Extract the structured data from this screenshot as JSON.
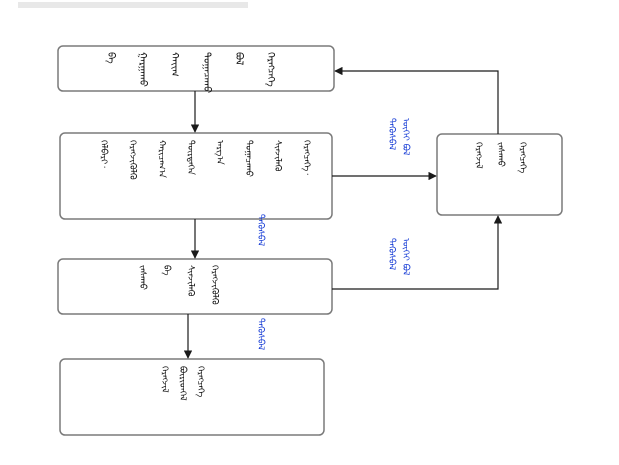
{
  "diagram": {
    "nodes": [
      {
        "id": "n1",
        "lines": [
          "ᠬᠡᠷᠡᠭᠴᠡᠭᠡ",
          "ᠪᠣᠯ",
          "ᠲᠣᠭᠠᠴᠠᠬᠤ",
          "ᠬᠠᠶ᠋ᠢᠭ",
          "ᠭᠠᠷᠭᠠᠬᠤ",
          "ᠪᠠ"
        ]
      },
      {
        "id": "n2",
        "lines": [
          "ᠬᠡᠷᠡᠭᠴᠡᠭᠡ᠂",
          "ᠰᠢᠨᠵᠢᠯᠡᠬᠦ",
          "ᠲᠣᠭᠠᠴᠠᠬᠤ",
          "ᠠᠷᠭ᠎ᠠ",
          "ᠲᠦᠷᠳᠡᠭᠡᠨ",
          "ᠬᠠᠷᠢᠴᠠᠭ᠎ᠠ",
          "ᠬᠡᠷᠡᠭᠵᠢᠭᠦᠯᠬᠦ",
          "ᠬᠡᠯᠪᠡᠷᠢ᠂"
        ]
      },
      {
        "id": "n3",
        "lines": [
          "ᠬᠡᠷᠡᠭᠵᠢᠭᠦᠯᠬᠦ",
          "ᠰᠢᠨᠵᠢᠯᠡᠬᠦ",
          "ᠪᠠ",
          "ᠵᠠᠰᠠᠬᠤ"
        ]
      },
      {
        "id": "n4",
        "lines": [
          "ᠬᠡᠷᠡᠭᠴᠡᠭᠡ",
          "ᠪᠦᠷᠢᠳᠬᠡᠯ",
          "ᠬᠡᠷᠡᠭᠵᠢᠯ"
        ]
      },
      {
        "id": "n5",
        "lines": [
          "ᠬᠡᠷᠡᠭᠴᠡᠭᠡ",
          "ᠵᠠᠰᠠᠬᠤ",
          "ᠬᠡᠷᠡᠭᠵᠢᠯ"
        ]
      }
    ],
    "edge_labels": {
      "fail_1": [
        "ᠦᠭᠡᠢ ᠪᠣᠯ",
        "ᠲᠡᠭᠦᠰᠪᠡᠯ"
      ],
      "pass_1": "ᠲᠡᠭᠦᠰᠪᠡᠯ",
      "fail_2": [
        "ᠦᠭᠡᠢ ᠪᠣᠯ",
        "ᠲᠡᠭᠦᠰᠪᠡᠯ"
      ],
      "pass_2": "ᠲᠡᠭᠦᠰᠪᠡᠯ"
    },
    "colors": {
      "box_border": "#7a7a7a",
      "arrow": "#1a1a1a",
      "text": "#111111",
      "label": "#1a3fd6"
    }
  }
}
